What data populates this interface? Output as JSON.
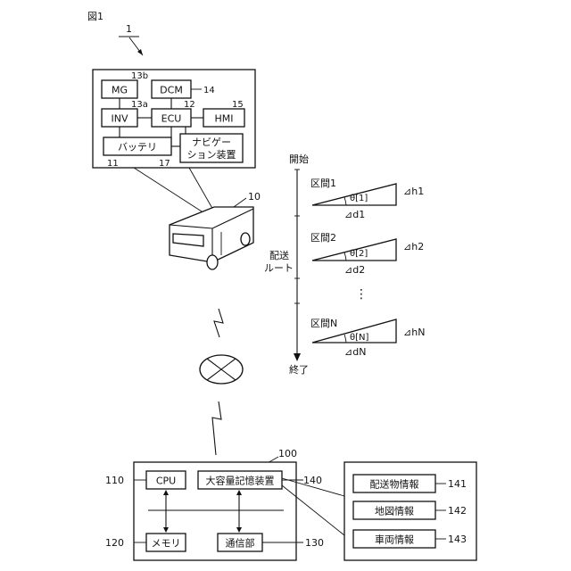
{
  "figure_label": "図1",
  "vehicle_system": {
    "ref": "1",
    "mg": {
      "label": "MG",
      "ref": "13b"
    },
    "dcm": {
      "label": "DCM",
      "ref": "14"
    },
    "inv": {
      "label": "INV",
      "ref": "13a"
    },
    "ecu": {
      "label": "ECU",
      "ref": "12"
    },
    "hmi": {
      "label": "HMI",
      "ref": "15"
    },
    "battery": {
      "label": "バッテリ",
      "ref": "11"
    },
    "navigation": {
      "label_line1": "ナビゲー",
      "label_line2": "ション装置",
      "ref": "17"
    }
  },
  "vehicle": {
    "ref": "10"
  },
  "route": {
    "start": "開始",
    "end": "終了",
    "label_line1": "配送",
    "label_line2": "ルート",
    "ellipsis": "⋮",
    "sections": [
      {
        "name": "区間1",
        "angle": "θ[1]",
        "height": "⊿h1",
        "distance": "⊿d1"
      },
      {
        "name": "区間2",
        "angle": "θ[2]",
        "height": "⊿h2",
        "distance": "⊿d2"
      },
      {
        "name": "区間N",
        "angle": "θ[N]",
        "height": "⊿hN",
        "distance": "⊿dN"
      }
    ]
  },
  "server": {
    "ref": "100",
    "cpu": {
      "label": "CPU",
      "ref": "110"
    },
    "storage": {
      "label": "大容量記憶装置",
      "ref": "140"
    },
    "memory": {
      "label": "メモリ",
      "ref": "120"
    },
    "comm": {
      "label": "通信部",
      "ref": "130"
    },
    "info": [
      {
        "label": "配送物情報",
        "ref": "141"
      },
      {
        "label": "地図情報",
        "ref": "142"
      },
      {
        "label": "車両情報",
        "ref": "143"
      }
    ]
  }
}
